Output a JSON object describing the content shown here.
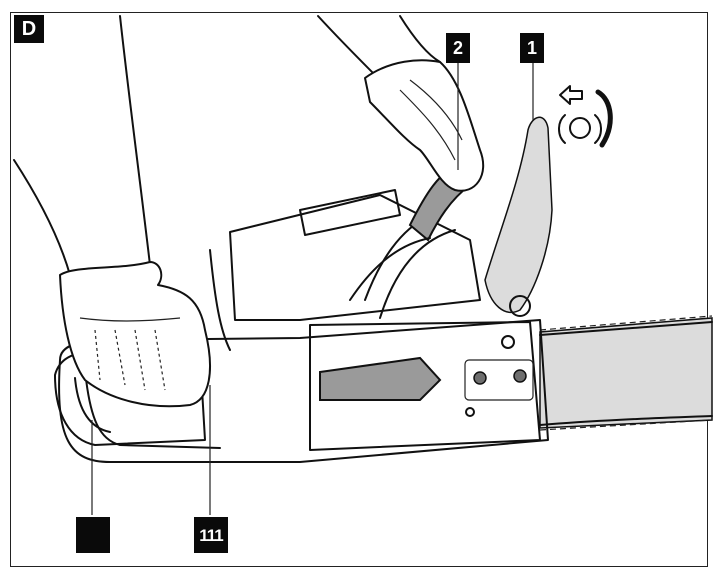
{
  "figure": {
    "panel_letter": "D",
    "callouts": {
      "one": "1",
      "two": "2",
      "blank": "",
      "one_eleven": "111"
    },
    "icons": [
      "arrow-left-icon",
      "lock-symbol-icon",
      "rotation-arc-icon"
    ],
    "colors": {
      "line": "#111111",
      "fill_grey": "#9a9a9a",
      "label_bg": "#0a0a0a",
      "label_text": "#ffffff"
    }
  }
}
